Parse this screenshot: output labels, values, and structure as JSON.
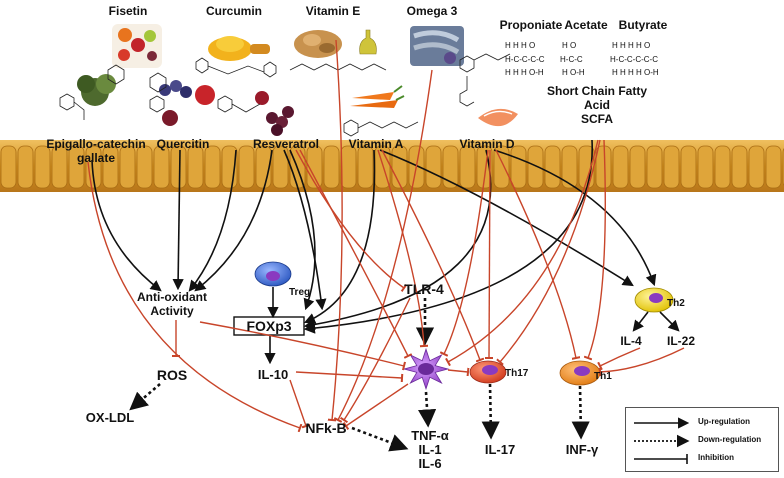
{
  "compounds": {
    "fisetin": "Fisetin",
    "curcumin": "Curcumin",
    "vitamin_e": "Vitamin E",
    "omega3": "Omega 3",
    "propionate": "Proponiate",
    "acetate": "Acetate",
    "butyrate": "Butyrate",
    "egcg_line1": "Epigallo-catechin",
    "egcg_line2": "gallate",
    "quercitin": "Quercitin",
    "resveratrol": "Resveratrol",
    "vitamin_a": "Vitamin A",
    "vitamin_d": "Vitamin D",
    "scfa_line1": "Short Chain Fatty",
    "scfa_line2": "Acid",
    "scfa_line3": "SCFA"
  },
  "targets": {
    "antioxidant_line1": "Anti-oxidant",
    "antioxidant_line2": "Activity",
    "ros": "ROS",
    "oxldl": "OX-LDL",
    "treg": "Treg",
    "foxp3": "FOXp3",
    "il10": "IL-10",
    "tlr4": "TLR-4",
    "nfkb": "NFk-B",
    "tnf": "TNF-α",
    "il1": "IL-1",
    "il6": "IL-6",
    "th17": "Th17",
    "il17": "IL-17",
    "th1": "Th1",
    "infg": "INF-γ",
    "th2": "Th2",
    "il4": "IL-4",
    "il22": "IL-22"
  },
  "legend": {
    "up": "Up-regulation",
    "down": "Down-regulation",
    "inhibition": "Inhibition"
  },
  "colors": {
    "inhibition_line": "#c8452a",
    "activation_line": "#111111",
    "membrane": "#d69a2a",
    "treg_cell": "#3f6fd0",
    "dendritic_cell": "#9a55c8",
    "th17_cell": "#e24a26",
    "th1_cell": "#f08a1c",
    "th2_cell": "#f2d70f"
  }
}
